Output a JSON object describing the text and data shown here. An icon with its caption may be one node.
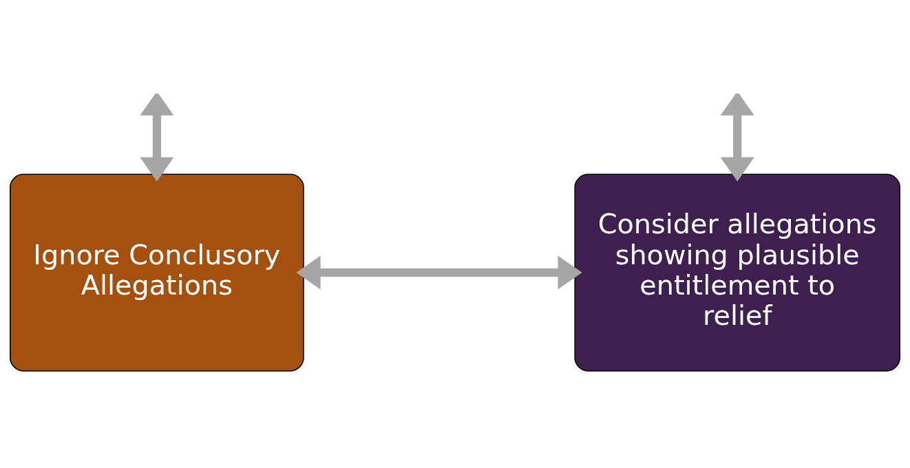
{
  "diagram": {
    "nodes": [
      {
        "text": [
          "Ignore Conclusory Allegations"
        ]
      },
      {
        "text": [
          "Consider allegations showing plausible entitlement to relief"
        ]
      }
    ],
    "edges": [
      {
        "from": null,
        "to": 0,
        "arrow": "both"
      },
      {
        "from": null,
        "to": 1,
        "arrow": "both"
      },
      {
        "from": 0,
        "to": 1,
        "arrow": "both"
      }
    ]
  }
}
